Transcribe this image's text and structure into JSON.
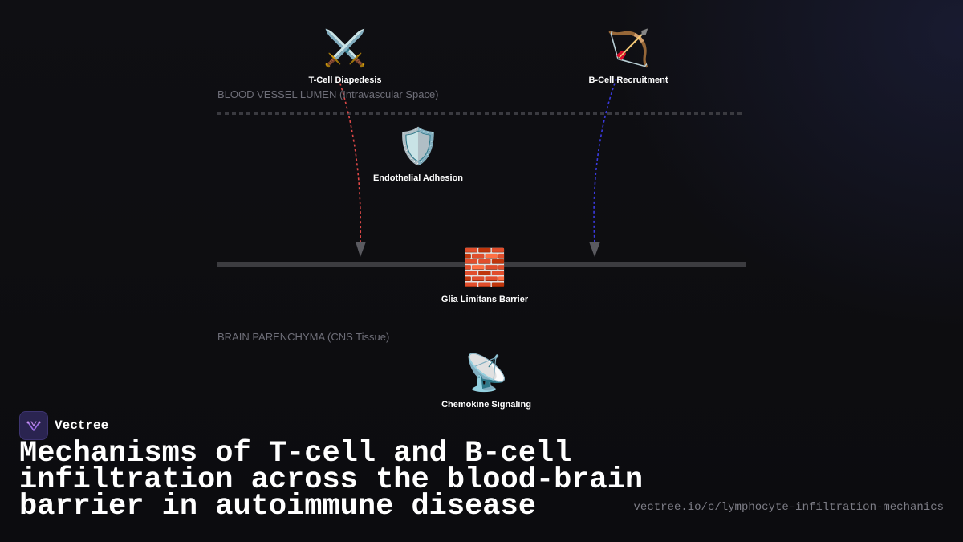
{
  "diagram": {
    "zones": {
      "lumen": "BLOOD VESSEL LUMEN (Intravascular Space)",
      "parenchyma": "BRAIN PARENCHYMA (CNS Tissue)"
    },
    "nodes": {
      "tcell": {
        "icon": "⚔️",
        "icon_name": "crossed-swords-icon",
        "label": "T-Cell Diapedesis"
      },
      "bcell": {
        "icon": "🏹",
        "icon_name": "bow-and-arrow-icon",
        "label": "B-Cell Recruitment"
      },
      "endothelial": {
        "icon": "🛡️",
        "icon_name": "shield-icon",
        "label": "Endothelial Adhesion"
      },
      "glia": {
        "icon": "🧱",
        "icon_name": "brick-wall-icon",
        "label": "Glia Limitans Barrier"
      },
      "chemokine": {
        "icon": "📡",
        "icon_name": "satellite-dish-icon",
        "label": "Chemokine Signaling"
      }
    },
    "colors": {
      "tcell_path": "#e04848",
      "bcell_path": "#3a3ae0",
      "barrier_line": "#3c3c40",
      "vessel_wall": "#3a3a40",
      "arrowhead": "#5a5a60"
    }
  },
  "brand": {
    "name": "Vectree",
    "logo_icon": "vectree-logo-icon"
  },
  "title": "Mechanisms of T-cell and B-cell infiltration across the blood-brain barrier in autoimmune disease",
  "url": "vectree.io/c/lymphocyte-infiltration-mechanics"
}
